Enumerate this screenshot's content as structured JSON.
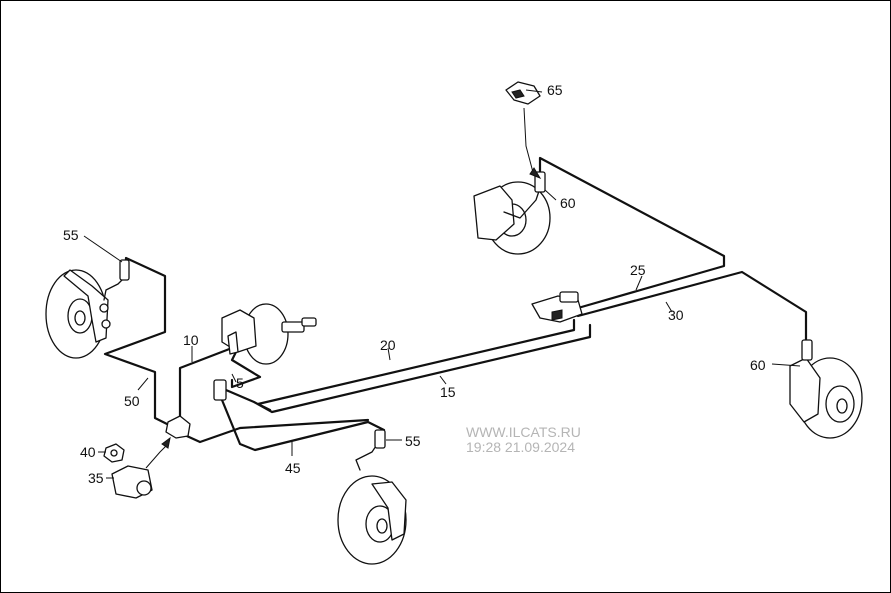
{
  "callouts": {
    "c65": "65",
    "c60_top": "60",
    "c55_left": "55",
    "c25": "25",
    "c30": "30",
    "c20": "20",
    "c10": "10",
    "c5": "5",
    "c15": "15",
    "c50": "50",
    "c60_right": "60",
    "c40": "40",
    "c35": "35",
    "c55_bottom": "55",
    "c45": "45"
  },
  "watermark": {
    "line1": "WWW.ILCATS.RU",
    "line2": "19:28 21.09.2024"
  }
}
